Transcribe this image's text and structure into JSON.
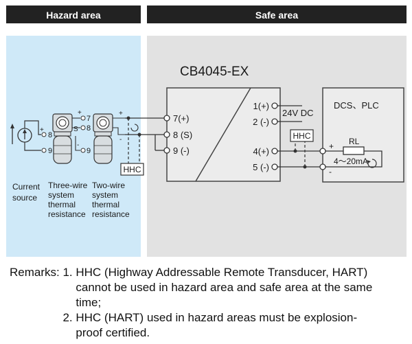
{
  "headers": {
    "hazard": "Hazard area",
    "safe": "Safe area"
  },
  "device": {
    "name": "CB4045-EX",
    "input_terminals": [
      "7(+)",
      "8 (S)",
      "9 (-)"
    ],
    "supply_terminals": [
      "1(+)",
      "2 (-)"
    ],
    "output_terminals": [
      "4(+)",
      "5 (-)"
    ],
    "supply_label": "24V DC"
  },
  "field": {
    "hhc_label": "HHC",
    "terminal_labels": {
      "t7": "7",
      "t8": "8",
      "t9": "9",
      "ta8": "8",
      "ta9": "9"
    },
    "signs": {
      "plus": "+",
      "minus": "-",
      "s": "S"
    },
    "captions": {
      "current_source": [
        "Current",
        "source"
      ],
      "three_wire": [
        "Three-wire",
        "system",
        "thermal",
        "resistance"
      ],
      "two_wire": [
        "Two-wire",
        "system",
        "thermal",
        "resistance"
      ]
    }
  },
  "dcs": {
    "title": "DCS、PLC",
    "resistor_label": "RL",
    "current_label": "4～20mA",
    "hhc_label": "HHC",
    "plus": "+",
    "minus": "-"
  },
  "remarks": {
    "prefix": "Remarks: ",
    "items": [
      {
        "num": "1. ",
        "lines": [
          "HHC (Highway Addressable Remote Transducer, HART)",
          "cannot be used in hazard area and safe area at the same",
          "time;"
        ]
      },
      {
        "num": "2. ",
        "lines": [
          "HHC (HART) used in hazard areas must be explosion-",
          "proof certified."
        ]
      }
    ]
  },
  "colors": {
    "header_bg": "#222222",
    "hazard_bg": "#cfe9f8",
    "safe_bg": "#e2e2e2",
    "line": "#333333"
  }
}
